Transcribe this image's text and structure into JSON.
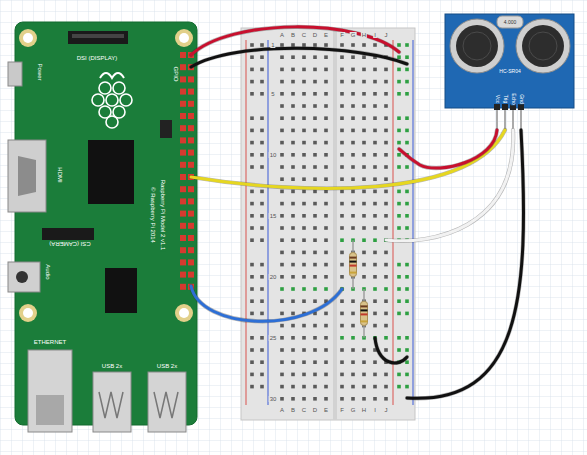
{
  "diagram": {
    "nodes": [
      {
        "text": [
          "Power",
          "DSI (DISPLAY)",
          "GPIO",
          "HDMI",
          "Raspberry Pi Model 2 v1.1",
          "© Raspberry Pi 2014",
          "CSI (CAMERA)",
          "Audio",
          "ETHERNET",
          "USB 2x",
          "USB 2x"
        ]
      },
      {
        "text": [
          "A",
          "B",
          "C",
          "D",
          "E",
          "F",
          "G",
          "H",
          "I",
          "J",
          "1",
          "5",
          "10",
          "15",
          "20",
          "25",
          "30",
          "A",
          "B",
          "C",
          "D",
          "E",
          "F",
          "G",
          "H",
          "I",
          "J"
        ]
      },
      {
        "text": [
          "4.000",
          "HC-SR04",
          "Vcc",
          "Trig",
          "Echo",
          "Gnd"
        ]
      }
    ]
  }
}
